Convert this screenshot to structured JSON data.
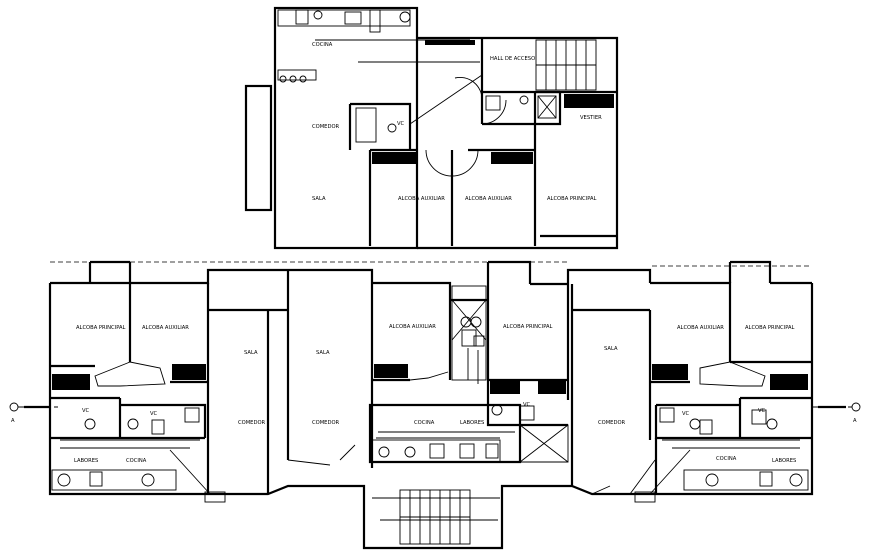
{
  "rooms": {
    "top_cocina": "COCINA",
    "top_hall": "HALL DE ACCESO",
    "top_vc": "VC",
    "top_comedor": "COMEDOR",
    "top_vestier": "VESTIER",
    "top_sala": "SALA",
    "top_alcoba_aux_1": "ALCOBA AUXILIAR",
    "top_alcoba_aux_2": "ALCOBA AUXILIAR",
    "top_alcoba_principal": "ALCOBA PRINCIPAL",
    "l_alcoba_principal": "ALCOBA PRINCIPAL",
    "l_alcoba_auxiliar": "ALCOBA AUXILIAR",
    "l_sala_1": "SALA",
    "l_sala_2": "SALA",
    "l_comedor_1": "COMEDOR",
    "l_comedor_2": "COMEDOR",
    "l_vc_1": "VC",
    "l_vc_2": "VC",
    "l_labores": "LABORES",
    "l_cocina": "COCINA",
    "m_alcoba_auxiliar": "ALCOBA AUXILIAR",
    "m_alcoba_principal": "ALCOBA PRINCIPAL",
    "m_cocina": "COCINA",
    "m_labores": "LABORES",
    "m_vc": "VC",
    "r_sala": "SALA",
    "r_comedor": "COMEDOR",
    "r_alcoba_auxiliar": "ALCOBA AUXILIAR",
    "r_alcoba_principal": "ALCOBA PRINCIPAL",
    "r_vc_1": "VC",
    "r_vc_2": "VC",
    "r_cocina": "COCINA",
    "r_labores": "LABORES"
  },
  "section_markers": {
    "left": "A",
    "right": "A"
  }
}
